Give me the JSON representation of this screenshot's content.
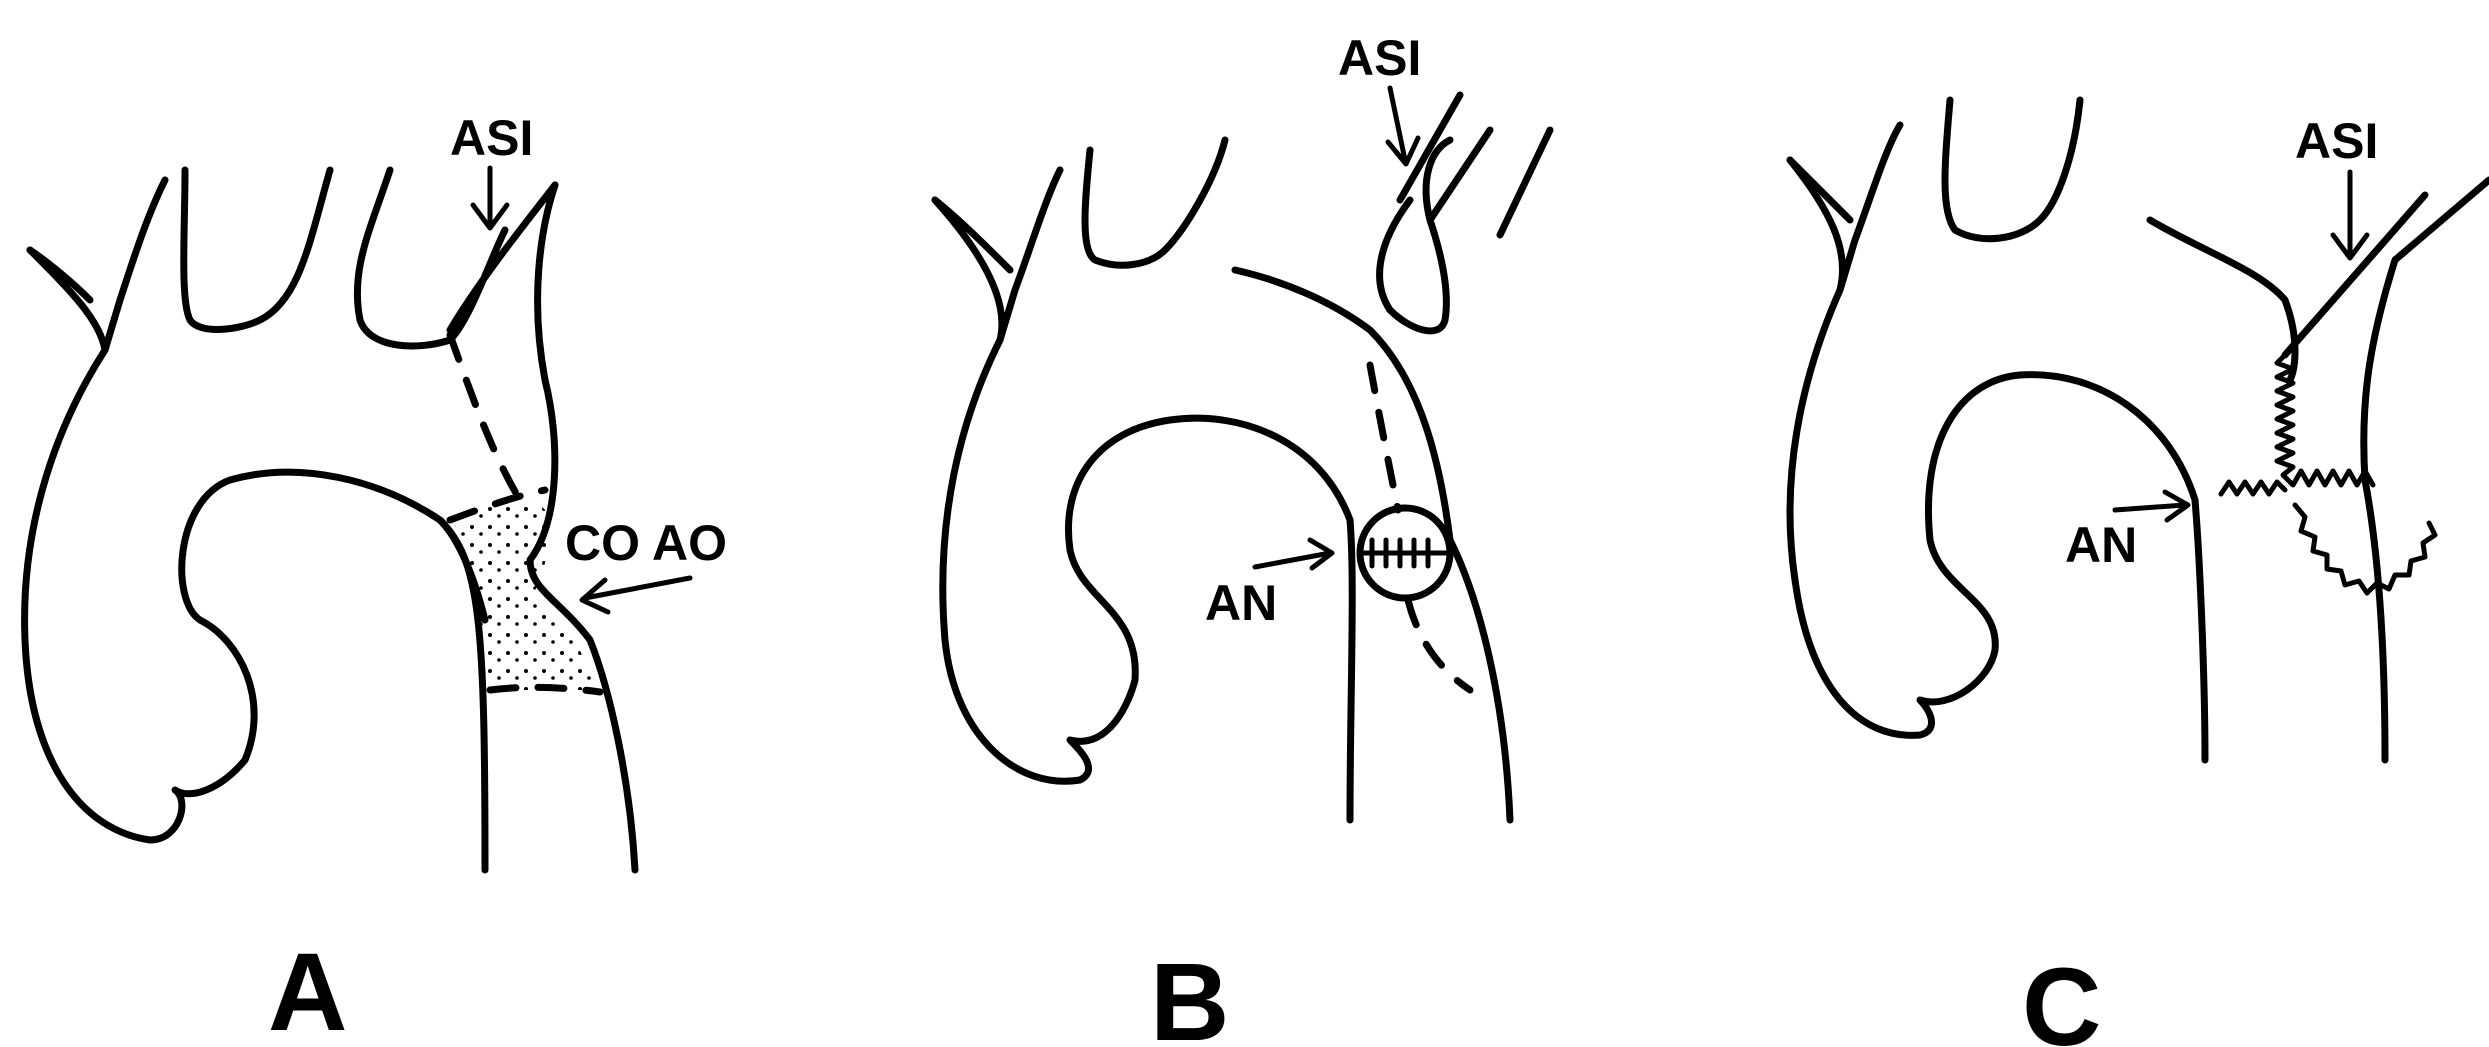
{
  "panels": [
    {
      "letter": "A",
      "labels": {
        "asi": "ASI",
        "coao": "CO AO"
      }
    },
    {
      "letter": "B",
      "labels": {
        "asi": "ASI",
        "an": "AN"
      }
    },
    {
      "letter": "C",
      "labels": {
        "asi": "ASI",
        "an": "AN"
      }
    }
  ],
  "colors": {
    "ink": "#000000",
    "background": "#ffffff"
  }
}
